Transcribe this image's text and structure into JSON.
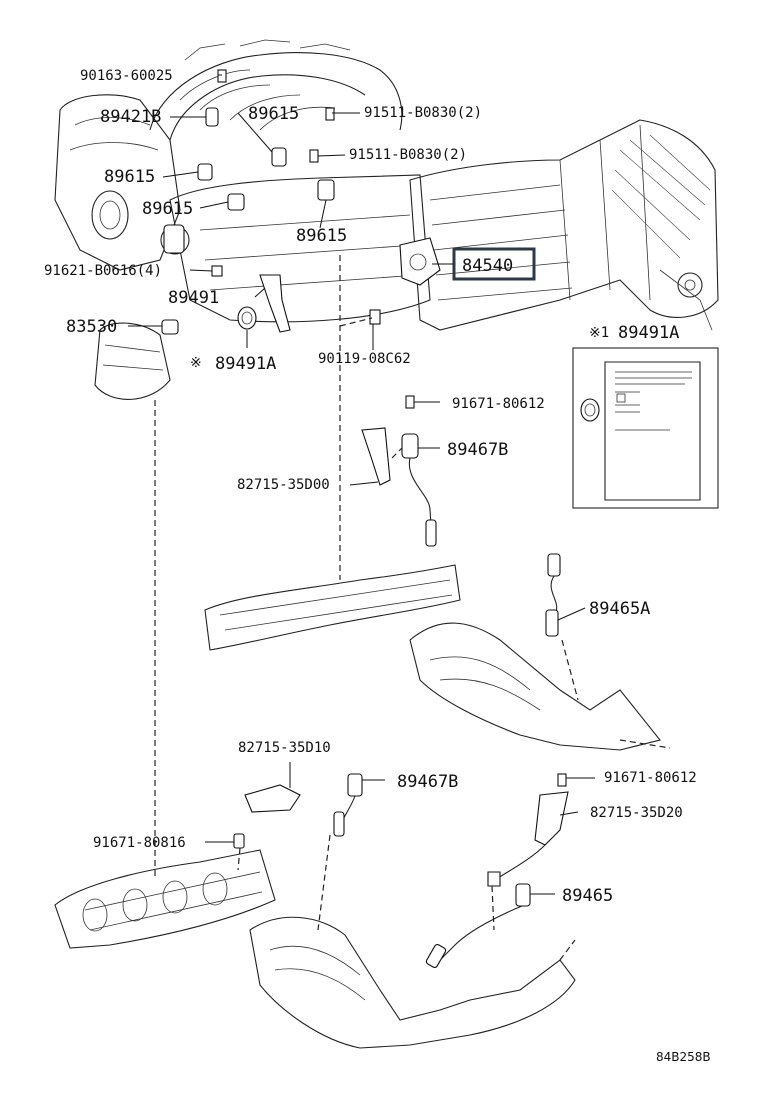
{
  "labels": {
    "p90163_60025": "90163-60025",
    "p89421b": "89421B",
    "p89615_a": "89615",
    "p91511_a": "91511-B0830(2)",
    "p91511_b": "91511-B0830(2)",
    "p89615_b": "89615",
    "p89615_c": "89615",
    "p89615_d": "89615",
    "p84540": "84540",
    "p91621": "91621-B0616(4)",
    "p89491": "89491",
    "p83530": "83530",
    "p89491a_star": "※",
    "p89491a": "89491A",
    "p90119": "90119-08C62",
    "p89491a_box_star": "※1",
    "p89491a_box": "89491A",
    "p91671_80612_a": "91671-80612",
    "p89467b_a": "89467B",
    "p82715_35d00": "82715-35D00",
    "p89465a": "89465A",
    "p82715_35d10": "82715-35D10",
    "p89467b_b": "89467B",
    "p91671_80612_b": "91671-80612",
    "p82715_35d20": "82715-35D20",
    "p91671_80816": "91671-80816",
    "p89465": "89465",
    "diagram_code": "84B258B"
  },
  "colors": {
    "line": "#222222",
    "highlight_box": "#2a3a4a",
    "background": "#ffffff"
  }
}
